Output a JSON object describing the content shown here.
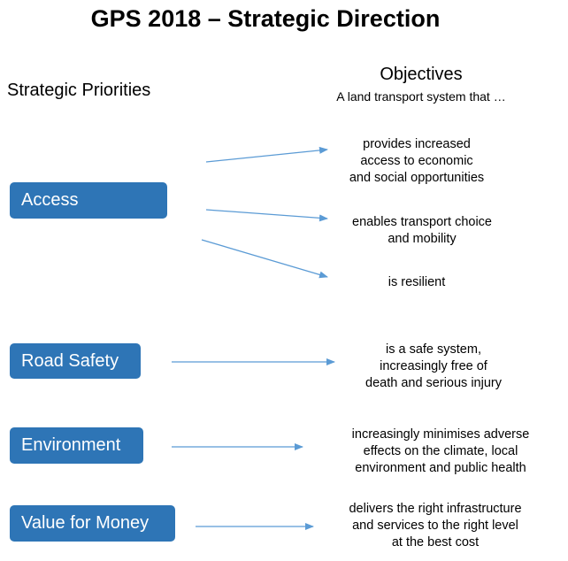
{
  "title": "GPS 2018 – Strategic Direction",
  "left_header": "Strategic Priorities",
  "right_header": {
    "title": "Objectives",
    "subtitle": "A land transport system that …"
  },
  "priorities": [
    {
      "label": "Access"
    },
    {
      "label": "Road Safety"
    },
    {
      "label": "Environment"
    },
    {
      "label": "Value for Money"
    }
  ],
  "objectives": [
    {
      "lines": [
        "provides increased",
        "access to economic",
        "and social opportunities"
      ]
    },
    {
      "lines": [
        "enables transport choice",
        "and mobility"
      ]
    },
    {
      "lines": [
        "is resilient"
      ]
    },
    {
      "lines": [
        "is a safe system,",
        "increasingly free of",
        "death and serious injury"
      ]
    },
    {
      "lines": [
        "increasingly minimises adverse",
        "effects on the climate, local",
        "environment and public health"
      ]
    },
    {
      "lines": [
        "delivers the right infrastructure",
        "and services to the right level",
        "at the best cost"
      ]
    }
  ],
  "colors": {
    "box": "#2e75b6",
    "arrow": "#5b9bd5"
  }
}
